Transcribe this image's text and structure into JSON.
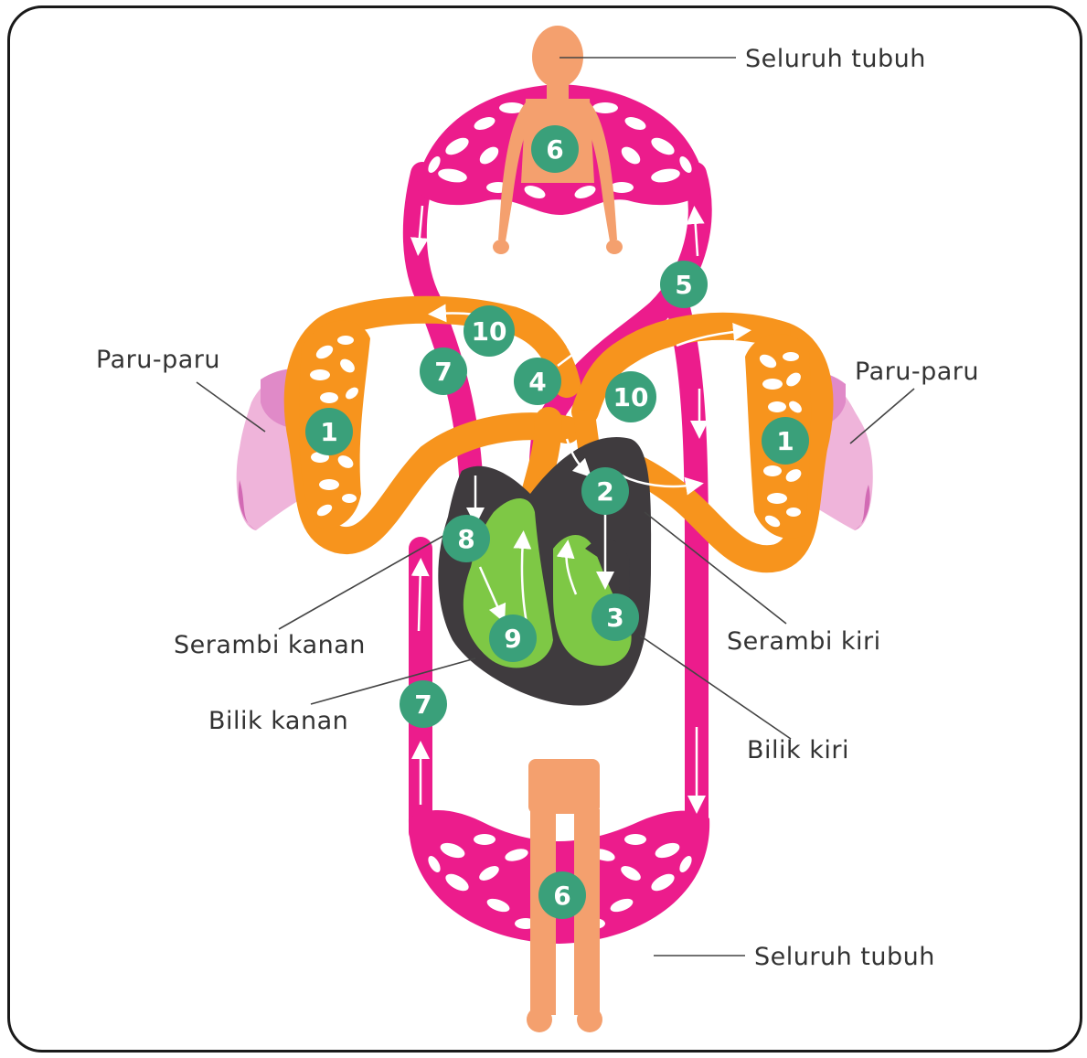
{
  "colors": {
    "systemic": "#ec1c8c",
    "pulmonary": "#f7941d",
    "heart": "#3f3b3e",
    "chamber": "#7ec845",
    "lung": "#efb4da",
    "body": "#f4a06e",
    "badge": "#3aa07a",
    "frame": "#1a1a1a"
  },
  "labels": {
    "top_body": "Seluruh tubuh",
    "bottom_body": "Seluruh tubuh",
    "left_lung": "Paru-paru",
    "right_lung": "Paru-paru",
    "right_atrium": "Serambi kanan",
    "left_atrium": "Serambi kiri",
    "right_ventricle": "Bilik kanan",
    "left_ventricle": "Bilik kiri"
  },
  "badges": {
    "left_lung": "1",
    "right_lung": "1",
    "left_atrium": "2",
    "left_ventricle": "3",
    "aorta": "4",
    "artery": "5",
    "top_capillary": "6",
    "bottom_capillary": "6",
    "vena_cava_top": "7",
    "vena_cava_bottom": "7",
    "right_atrium": "8",
    "right_ventricle": "9",
    "pulmonary_left": "10",
    "pulmonary_right": "10"
  }
}
